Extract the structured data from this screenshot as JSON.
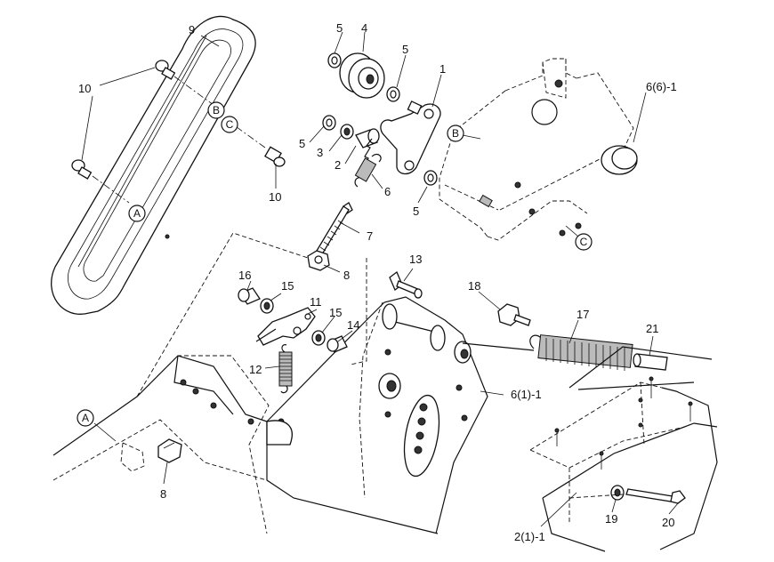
{
  "callouts": {
    "c1": "1",
    "c2": "2",
    "c3": "3",
    "c4": "4",
    "c5a": "5",
    "c5b": "5",
    "c5c": "5",
    "c5d": "5",
    "c6": "6",
    "c7": "7",
    "c8a": "8",
    "c8b": "8",
    "c9": "9",
    "c10a": "10",
    "c10b": "10",
    "c11": "11",
    "c12": "12",
    "c13": "13",
    "c14": "14",
    "c15a": "15",
    "c15b": "15",
    "c16": "16",
    "c17": "17",
    "c18": "18",
    "c19": "19",
    "c20": "20",
    "c21": "21"
  },
  "refs": {
    "frame_top": "6(6)-1",
    "frame_main": "6(1)-1",
    "frame_lower": "2(1)-1"
  },
  "connectors": {
    "A1": "A",
    "A2": "A",
    "B1": "B",
    "B2": "B",
    "C1": "C",
    "C2": "C"
  }
}
